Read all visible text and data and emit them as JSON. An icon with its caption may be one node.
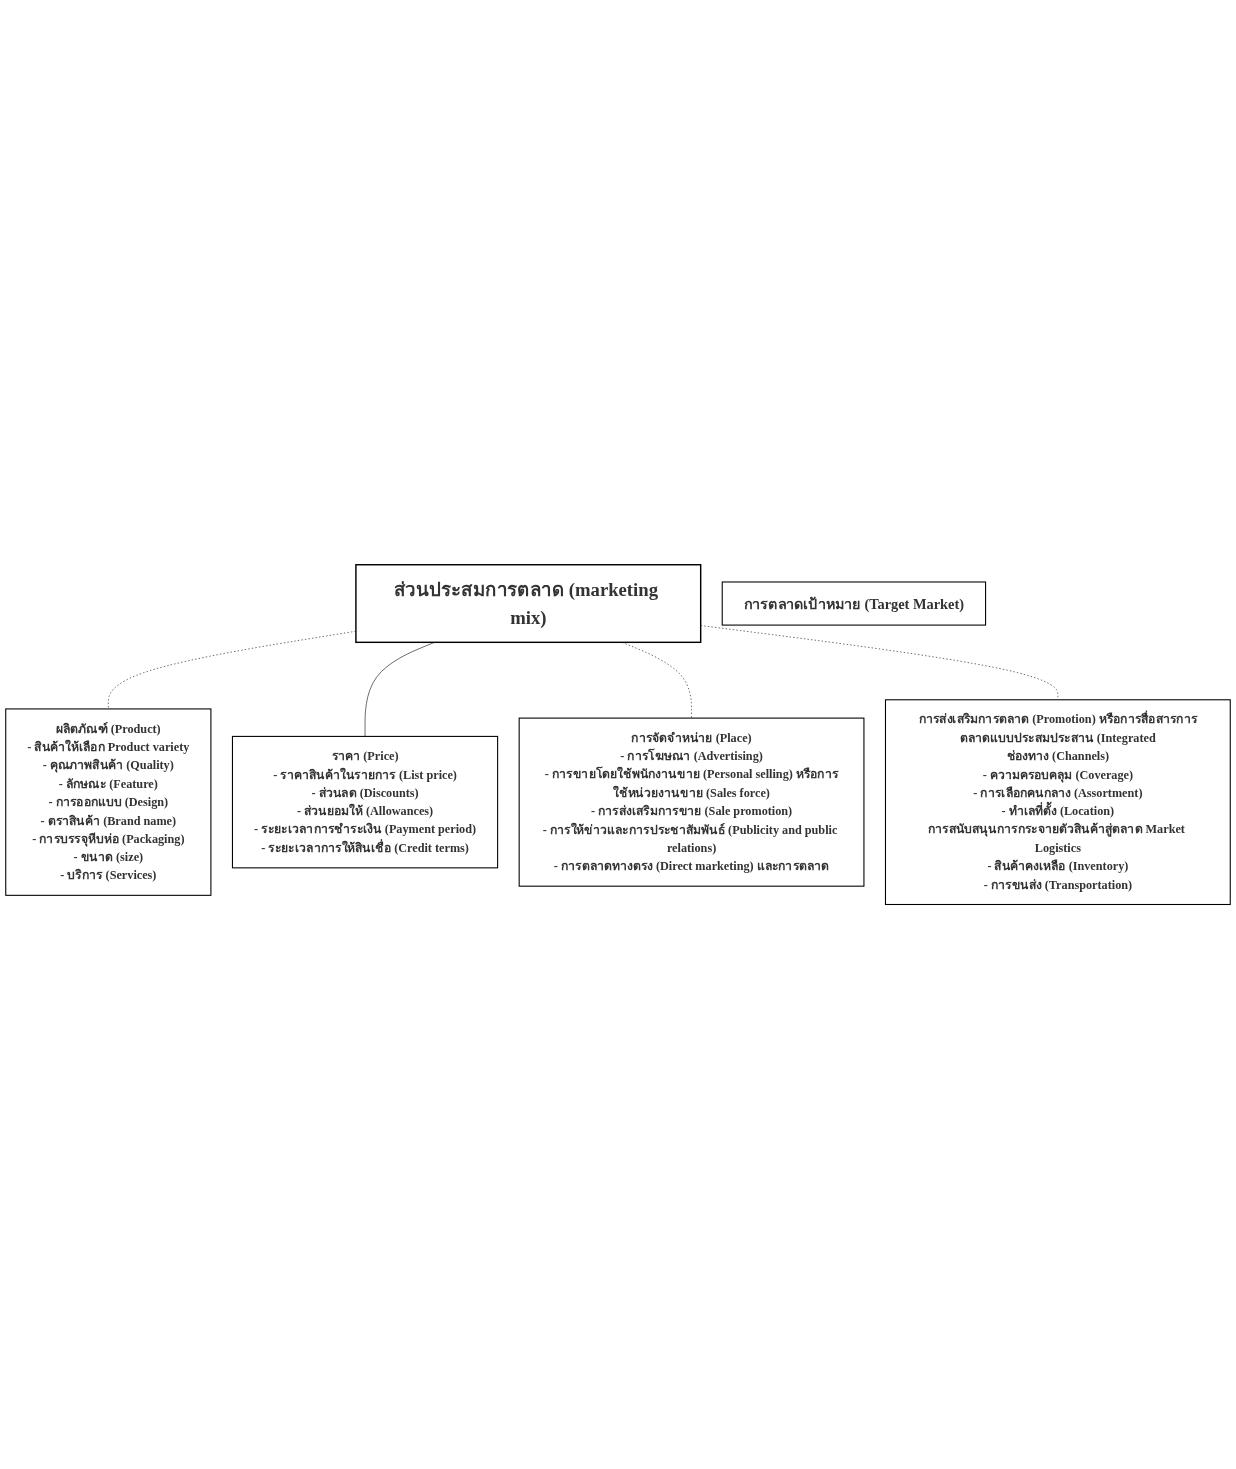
{
  "diagram": {
    "nodes": [
      {
        "text": [
          "ส่วนประสมการตลาด (marketing mix)"
        ]
      },
      {
        "text": [
          "ผลิตภัณฑ์ (Product)",
          "- สินค้าให้เลือก Product variety",
          "- คุณภาพสินค้า (Quality)",
          "- ลักษณะ (Feature)",
          "- การออกแบบ (Design)",
          "- ตราสินค้า (Brand name)",
          "- การบรรจุหีบห่อ (Packaging)",
          "- ขนาด (size)",
          "- บริการ (Services)"
        ]
      },
      {
        "text": [
          "ราคา (Price)",
          "- ราคาสินค้าในรายการ (List price)",
          "- ส่วนลด (Discounts)",
          "- ส่วนยอมให้ (Allowances)",
          "- ระยะเวลาการชำระเงิน (Payment period)",
          "- ระยะเวลาการให้สินเชื่อ (Credit terms)"
        ]
      },
      {
        "text": [
          "การตลาดเป้าหมาย (Target Market)"
        ]
      },
      {
        "text": [
          "การจัดจำหน่าย (Place)",
          "- การโฆษณา (Advertising)",
          "- การขายโดยใช้พนักงานขาย (Personal selling) หรือการใช้หน่วยงานขาย (Sales force)",
          "- การส่งเสริมการขาย (Sale promotion)",
          "- การให้ข่าวและการประชาสัมพันธ์ (Publicity and public relations)",
          "- การตลาดทางตรง (Direct marketing) และการตลาด"
        ]
      },
      {
        "text": [
          "การส่งเสริมการตลาด (Promotion) หรือการสื่อสารการตลาดแบบประสมประสาน (Integrated",
          "ช่องทาง (Channels)",
          "- ความครอบคลุม (Coverage)",
          "- การเลือกคนกลาง (Assortment)",
          "- ทำเลที่ตั้ง (Location)",
          "การสนับสนุนการกระจายตัวสินค้าสู่ตลาด Market Logistics",
          "- สินค้าคงเหลือ (Inventory)",
          "- การขนส่ง (Transportation)"
        ]
      }
    ],
    "edges": [
      {
        "from": 0,
        "to": 1,
        "arrow": "none",
        "style": "dashed"
      },
      {
        "from": 0,
        "to": 2,
        "arrow": "none"
      },
      {
        "from": 0,
        "to": 4,
        "arrow": "none",
        "style": "dashed"
      },
      {
        "from": 0,
        "to": 5,
        "arrow": "none",
        "style": "dashed"
      }
    ]
  }
}
